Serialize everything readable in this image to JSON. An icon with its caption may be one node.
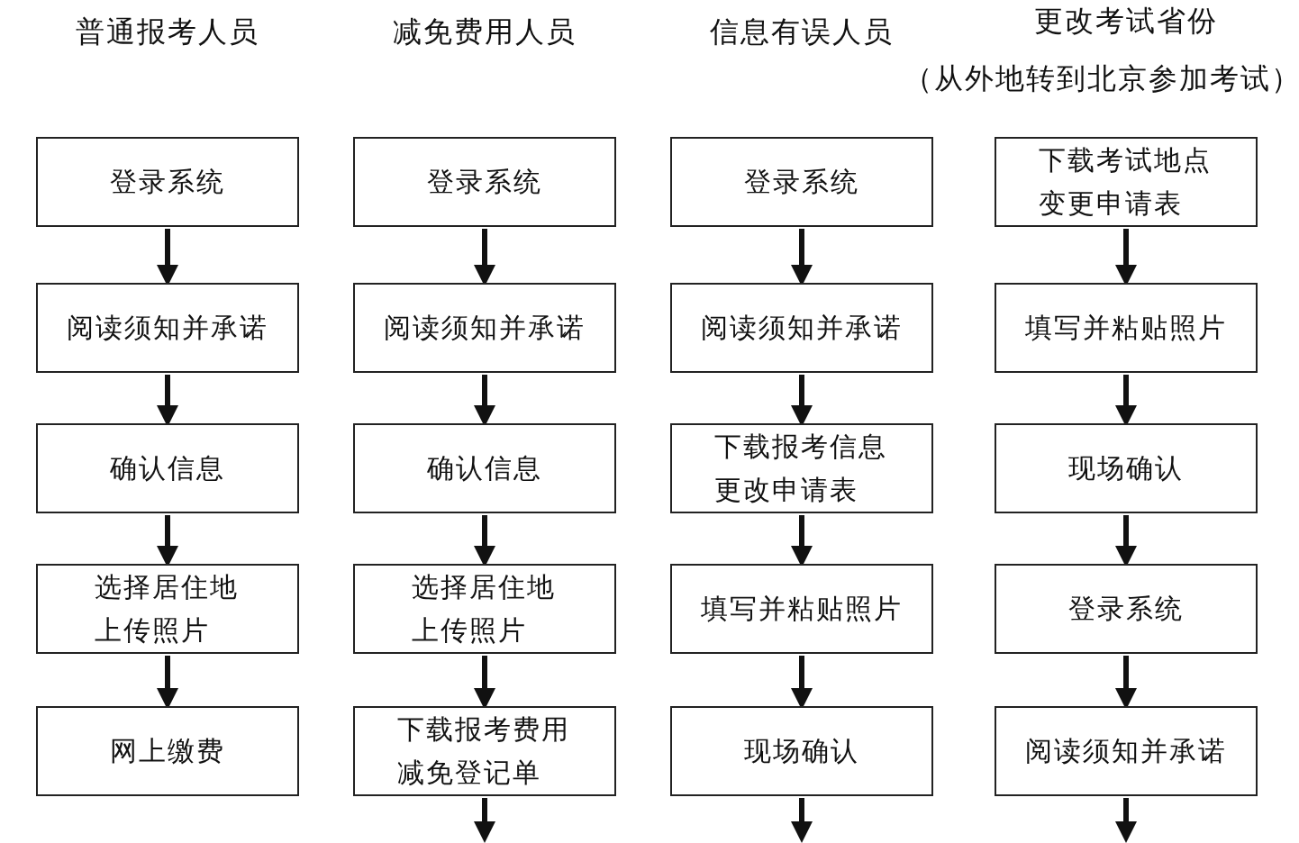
{
  "diagram": {
    "nodes": [
      {
        "text": [
          "登录系统"
        ]
      },
      {
        "text": [
          "阅读须知并承诺"
        ]
      },
      {
        "text": [
          "确认信息"
        ]
      },
      {
        "text": [
          "选择居住地上传照片"
        ]
      },
      {
        "text": [
          "网上缴费"
        ]
      },
      {
        "text": [
          "登录系统"
        ]
      },
      {
        "text": [
          "阅读须知并承诺"
        ]
      },
      {
        "text": [
          "确认信息"
        ]
      },
      {
        "text": [
          "选择居住地上传照片"
        ]
      },
      {
        "text": [
          "下载报考费用减免登记单"
        ]
      },
      {
        "text": [
          "登录系统"
        ]
      },
      {
        "text": [
          "阅读须知并承诺"
        ]
      },
      {
        "text": [
          "下载报考信息更改申请表"
        ]
      },
      {
        "text": [
          "填写并粘贴照片"
        ]
      },
      {
        "text": [
          "现场确认"
        ]
      },
      {
        "text": [
          "下载考试地点变更申请表"
        ]
      },
      {
        "text": [
          "填写并粘贴照片"
        ]
      },
      {
        "text": [
          "现场确认"
        ]
      },
      {
        "text": [
          "登录系统"
        ]
      },
      {
        "text": [
          "阅读须知并承诺"
        ]
      }
    ],
    "edges": [
      {
        "from": 0,
        "to": 1,
        "arrow": "to"
      },
      {
        "from": 1,
        "to": 2,
        "arrow": "to"
      },
      {
        "from": 2,
        "to": 3,
        "arrow": "to"
      },
      {
        "from": 3,
        "to": 4,
        "arrow": "to"
      },
      {
        "from": 5,
        "to": 6,
        "arrow": "to"
      },
      {
        "from": 6,
        "to": 7,
        "arrow": "to"
      },
      {
        "from": 7,
        "to": 8,
        "arrow": "to"
      },
      {
        "from": 8,
        "to": 9,
        "arrow": "to"
      },
      {
        "from": 9,
        "to": null,
        "arrow": "to"
      },
      {
        "from": 10,
        "to": 11,
        "arrow": "to"
      },
      {
        "from": 11,
        "to": 12,
        "arrow": "to"
      },
      {
        "from": 12,
        "to": 13,
        "arrow": "to"
      },
      {
        "from": 13,
        "to": 14,
        "arrow": "to"
      },
      {
        "from": 14,
        "to": null,
        "arrow": "to"
      },
      {
        "from": 15,
        "to": 16,
        "arrow": "to"
      },
      {
        "from": 16,
        "to": 17,
        "arrow": "to"
      },
      {
        "from": 17,
        "to": 18,
        "arrow": "to"
      },
      {
        "from": 18,
        "to": 19,
        "arrow": "to"
      },
      {
        "from": 19,
        "to": null,
        "arrow": "to"
      }
    ],
    "labels": [
      "普通报考人员",
      "减免费用人员",
      "信息有误人员",
      "更改考试省份",
      "（从外地转到北京参加考试）"
    ]
  }
}
